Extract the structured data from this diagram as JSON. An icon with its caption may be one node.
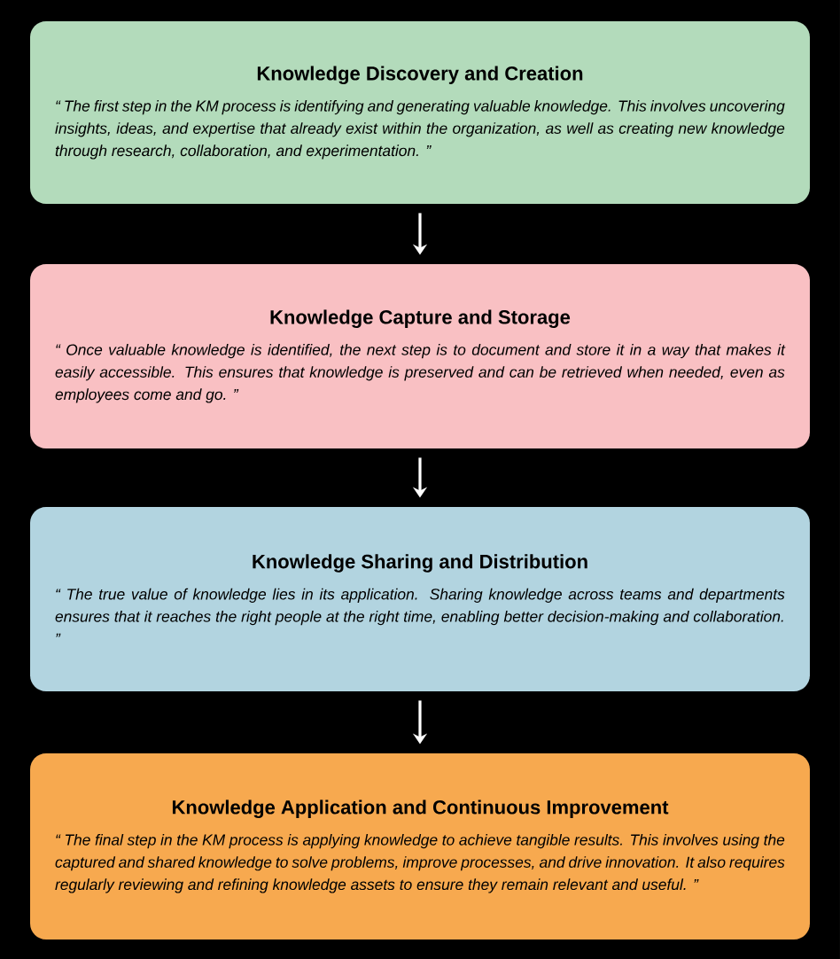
{
  "diagram": {
    "nodes": [
      {
        "text": [
          "Knowledge Discovery and Creation",
          "“ The first step in the KM process is identifying and generating valuable knowledge. This involves uncovering insights, ideas, and expertise that already exist within the organization, as well as creating new knowledge through research, collaboration, and experimentation. ”"
        ]
      },
      {
        "text": [
          "Knowledge Capture and Storage",
          "“ Once valuable knowledge is identified, the next step is to document and store it in a way that makes it easily accessible. This ensures that knowledge is preserved and can be retrieved when needed, even as employees come and go. ”"
        ]
      },
      {
        "text": [
          "Knowledge Sharing and Distribution",
          "“ The true value of knowledge lies in its application. Sharing knowledge across teams and departments ensures that it reaches the right people at the right time, enabling better decision-making and collaboration. ”"
        ]
      },
      {
        "text": [
          "Knowledge Application and Continuous Improvement",
          "“ The final step in the KM process is applying knowledge to achieve tangible results. This involves using the captured and shared knowledge to solve problems, improve processes, and drive innovation. It also requires regularly reviewing and refining knowledge assets to ensure they remain relevant and useful. ”"
        ]
      }
    ],
    "edges": [
      {
        "from": 0,
        "to": 1,
        "arrow": "to"
      },
      {
        "from": 1,
        "to": 2,
        "arrow": "to"
      },
      {
        "from": 2,
        "to": 3,
        "arrow": "to"
      }
    ]
  }
}
